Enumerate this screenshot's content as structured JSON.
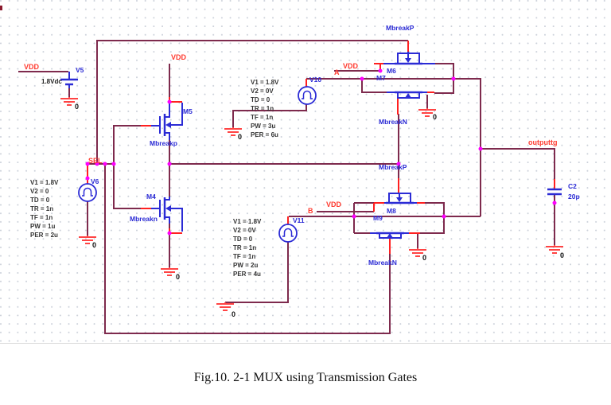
{
  "figure": {
    "caption": "Fig.10. 2-1 MUX using Transmission Gates"
  },
  "labels": {
    "vdd": "VDD",
    "sel": "SEL",
    "a": "A",
    "b": "B",
    "output": "outputtg",
    "zero": "0",
    "v5": "V5",
    "v5_value": "1.8Vdc",
    "v6": "V6",
    "v10": "V10",
    "v11": "V11",
    "m4": "M4",
    "m5": "M5",
    "m6": "M6",
    "m7": "M7",
    "m8": "M8",
    "m9": "M9",
    "mbreakp_lc": "Mbreakp",
    "mbreakn_lc": "Mbreakn",
    "mbreakP": "MbreakP",
    "mbreakN": "MbreakN",
    "c2": "C2",
    "c2_value": "20p"
  },
  "sources": {
    "v6_params": [
      "V1 = 1.8V",
      "V2 = 0",
      "TD = 0",
      "TR = 1n",
      "TF = 1n",
      "PW = 1u",
      "PER = 2u"
    ],
    "v10_params": [
      "V1 = 1.8V",
      "V2 = 0V",
      "TD = 0",
      "TR = 1n",
      "TF = 1n",
      "PW = 3u",
      "PER = 6u"
    ],
    "v11_params": [
      "V1 = 1.8V",
      "V2 = 0V",
      "TD = 0",
      "TR = 1n",
      "TF = 1n",
      "PW = 2u",
      "PER = 4u"
    ]
  },
  "colors": {
    "wire": "#7e2a4d",
    "component": "#2b2bd5",
    "net_label": "#ff3b30",
    "ground": "#ff4444",
    "junction": "#ff00ff",
    "pin": "#ff2020"
  }
}
